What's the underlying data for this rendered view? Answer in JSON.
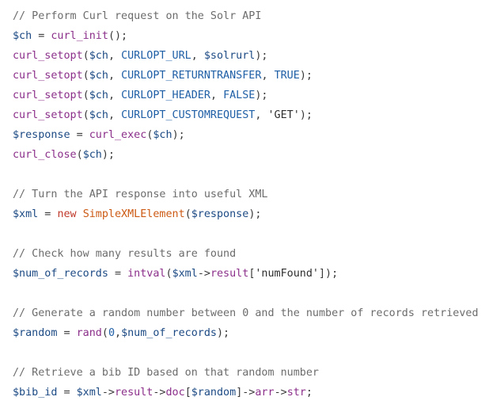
{
  "editor": {
    "language": "php",
    "background": "#ffffff",
    "colors": {
      "comment": "#6c6c6c",
      "variable": "#1c4a84",
      "function": "#8b2f8a",
      "constant": "#1f5fa6",
      "keyword": "#c0392b",
      "class": "#cc5a14",
      "string": "#2e2e2e",
      "punctuation": "#3a3a3a"
    },
    "lines": [
      [
        {
          "t": "// Perform Curl request on the Solr API",
          "c": "comment"
        }
      ],
      [
        {
          "t": "$ch",
          "c": "variable"
        },
        {
          "t": " = ",
          "c": "punctuation"
        },
        {
          "t": "curl_init",
          "c": "function"
        },
        {
          "t": "();",
          "c": "punctuation"
        }
      ],
      [
        {
          "t": "curl_setopt",
          "c": "function"
        },
        {
          "t": "(",
          "c": "punctuation"
        },
        {
          "t": "$ch",
          "c": "variable"
        },
        {
          "t": ", ",
          "c": "punctuation"
        },
        {
          "t": "CURLOPT_URL",
          "c": "constant"
        },
        {
          "t": ", ",
          "c": "punctuation"
        },
        {
          "t": "$solrurl",
          "c": "variable"
        },
        {
          "t": ");",
          "c": "punctuation"
        }
      ],
      [
        {
          "t": "curl_setopt",
          "c": "function"
        },
        {
          "t": "(",
          "c": "punctuation"
        },
        {
          "t": "$ch",
          "c": "variable"
        },
        {
          "t": ", ",
          "c": "punctuation"
        },
        {
          "t": "CURLOPT_RETURNTRANSFER",
          "c": "constant"
        },
        {
          "t": ", ",
          "c": "punctuation"
        },
        {
          "t": "TRUE",
          "c": "constant"
        },
        {
          "t": ");",
          "c": "punctuation"
        }
      ],
      [
        {
          "t": "curl_setopt",
          "c": "function"
        },
        {
          "t": "(",
          "c": "punctuation"
        },
        {
          "t": "$ch",
          "c": "variable"
        },
        {
          "t": ", ",
          "c": "punctuation"
        },
        {
          "t": "CURLOPT_HEADER",
          "c": "constant"
        },
        {
          "t": ", ",
          "c": "punctuation"
        },
        {
          "t": "FALSE",
          "c": "constant"
        },
        {
          "t": ");",
          "c": "punctuation"
        }
      ],
      [
        {
          "t": "curl_setopt",
          "c": "function"
        },
        {
          "t": "(",
          "c": "punctuation"
        },
        {
          "t": "$ch",
          "c": "variable"
        },
        {
          "t": ", ",
          "c": "punctuation"
        },
        {
          "t": "CURLOPT_CUSTOMREQUEST",
          "c": "constant"
        },
        {
          "t": ", ",
          "c": "punctuation"
        },
        {
          "t": "'GET'",
          "c": "string"
        },
        {
          "t": ");",
          "c": "punctuation"
        }
      ],
      [
        {
          "t": "$response",
          "c": "variable"
        },
        {
          "t": " = ",
          "c": "punctuation"
        },
        {
          "t": "curl_exec",
          "c": "function"
        },
        {
          "t": "(",
          "c": "punctuation"
        },
        {
          "t": "$ch",
          "c": "variable"
        },
        {
          "t": ");",
          "c": "punctuation"
        }
      ],
      [
        {
          "t": "curl_close",
          "c": "function"
        },
        {
          "t": "(",
          "c": "punctuation"
        },
        {
          "t": "$ch",
          "c": "variable"
        },
        {
          "t": ");",
          "c": "punctuation"
        }
      ],
      [],
      [
        {
          "t": "// Turn the API response into useful XML",
          "c": "comment"
        }
      ],
      [
        {
          "t": "$xml",
          "c": "variable"
        },
        {
          "t": " = ",
          "c": "punctuation"
        },
        {
          "t": "new",
          "c": "keyword"
        },
        {
          "t": " ",
          "c": "punctuation"
        },
        {
          "t": "SimpleXMLElement",
          "c": "class"
        },
        {
          "t": "(",
          "c": "punctuation"
        },
        {
          "t": "$response",
          "c": "variable"
        },
        {
          "t": ");",
          "c": "punctuation"
        }
      ],
      [],
      [
        {
          "t": "// Check how many results are found",
          "c": "comment"
        }
      ],
      [
        {
          "t": "$num_of_records",
          "c": "variable"
        },
        {
          "t": " = ",
          "c": "punctuation"
        },
        {
          "t": "intval",
          "c": "function"
        },
        {
          "t": "(",
          "c": "punctuation"
        },
        {
          "t": "$xml",
          "c": "variable"
        },
        {
          "t": "->",
          "c": "punctuation"
        },
        {
          "t": "result",
          "c": "function"
        },
        {
          "t": "[",
          "c": "punctuation"
        },
        {
          "t": "'numFound'",
          "c": "string"
        },
        {
          "t": "]);",
          "c": "punctuation"
        }
      ],
      [],
      [
        {
          "t": "// Generate a random number between 0 and the number of records retrieved",
          "c": "comment"
        }
      ],
      [
        {
          "t": "$random",
          "c": "variable"
        },
        {
          "t": " = ",
          "c": "punctuation"
        },
        {
          "t": "rand",
          "c": "function"
        },
        {
          "t": "(",
          "c": "punctuation"
        },
        {
          "t": "0",
          "c": "constant"
        },
        {
          "t": ",",
          "c": "punctuation"
        },
        {
          "t": "$num_of_records",
          "c": "variable"
        },
        {
          "t": ");",
          "c": "punctuation"
        }
      ],
      [],
      [
        {
          "t": "// Retrieve a bib ID based on that random number",
          "c": "comment"
        }
      ],
      [
        {
          "t": "$bib_id",
          "c": "variable"
        },
        {
          "t": " = ",
          "c": "punctuation"
        },
        {
          "t": "$xml",
          "c": "variable"
        },
        {
          "t": "->",
          "c": "punctuation"
        },
        {
          "t": "result",
          "c": "function"
        },
        {
          "t": "->",
          "c": "punctuation"
        },
        {
          "t": "doc",
          "c": "function"
        },
        {
          "t": "[",
          "c": "punctuation"
        },
        {
          "t": "$random",
          "c": "variable"
        },
        {
          "t": "]->",
          "c": "punctuation"
        },
        {
          "t": "arr",
          "c": "function"
        },
        {
          "t": "->",
          "c": "punctuation"
        },
        {
          "t": "str",
          "c": "function"
        },
        {
          "t": ";",
          "c": "punctuation"
        }
      ]
    ]
  }
}
